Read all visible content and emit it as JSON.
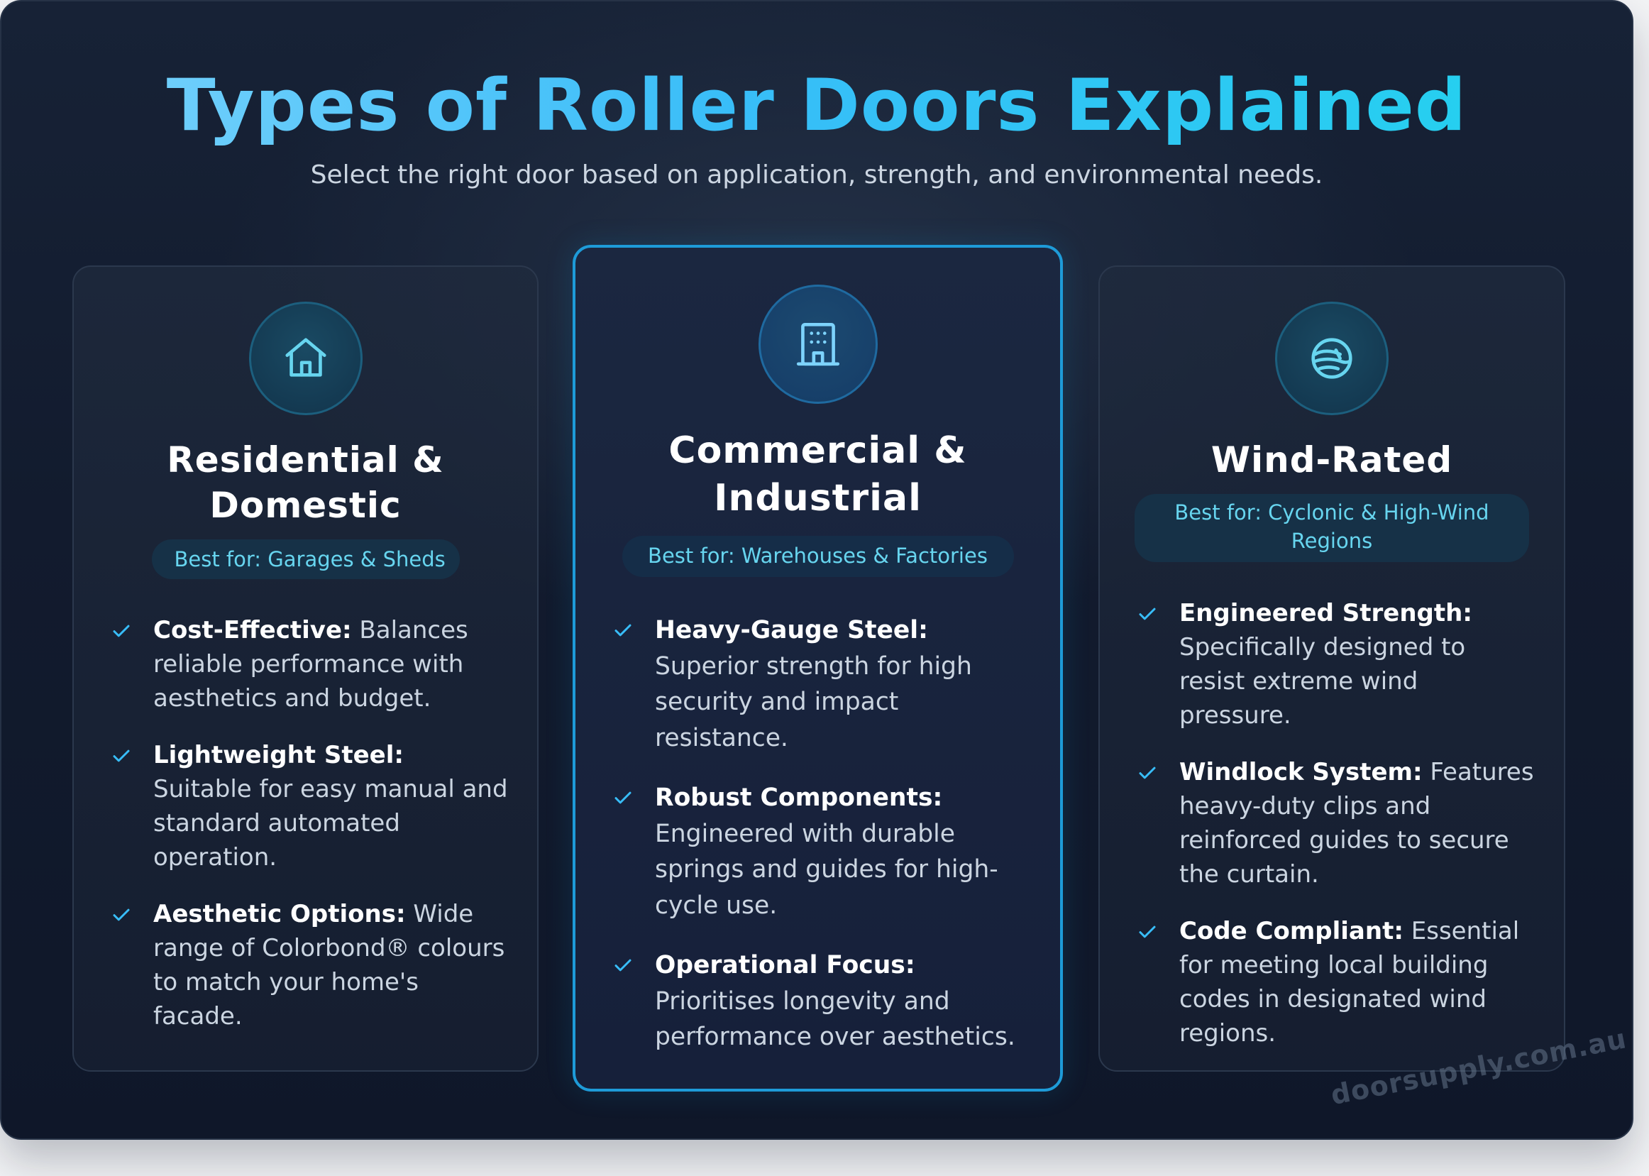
{
  "header": {
    "title": "Types of Roller Doors Explained",
    "subtitle": "Select the right door based on application, strength, and environmental needs."
  },
  "colors": {
    "accent_cyan": "#38bdf8",
    "panel_background": "#121b2e",
    "badge_text": "#67d5ef",
    "featured_border": "#1e9bd8"
  },
  "cards": [
    {
      "icon": "home-icon",
      "title": "Residential & Domestic",
      "badge": "Best for: Garages & Sheds",
      "features": [
        {
          "title": "Cost-Effective:",
          "text": " Balances reliable performance with aesthetics and budget."
        },
        {
          "title": "Lightweight Steel:",
          "text": " Suitable for easy manual and standard automated operation."
        },
        {
          "title": "Aesthetic Options:",
          "text": " Wide range of Colorbond® colours to match your home's facade."
        }
      ]
    },
    {
      "icon": "building-icon",
      "title": "Commercial & Industrial",
      "badge": "Best for: Warehouses & Factories",
      "features": [
        {
          "title": "Heavy-Gauge Steel:",
          "text": " Superior strength for high security and impact resistance."
        },
        {
          "title": "Robust Components:",
          "text": " Engineered with durable springs and guides for high-cycle use."
        },
        {
          "title": "Operational Focus:",
          "text": " Prioritises longevity and performance over aesthetics."
        }
      ]
    },
    {
      "icon": "wind-icon",
      "title": "Wind-Rated",
      "badge": "Best for: Cyclonic & High-Wind Regions",
      "features": [
        {
          "title": "Engineered Strength:",
          "text": " Specifically designed to resist extreme wind pressure."
        },
        {
          "title": "Windlock System:",
          "text": " Features heavy-duty clips and reinforced guides to secure the curtain."
        },
        {
          "title": "Code Compliant:",
          "text": " Essential for meeting local building codes in designated wind regions."
        }
      ]
    }
  ],
  "watermark": "doorsupply.com.au"
}
